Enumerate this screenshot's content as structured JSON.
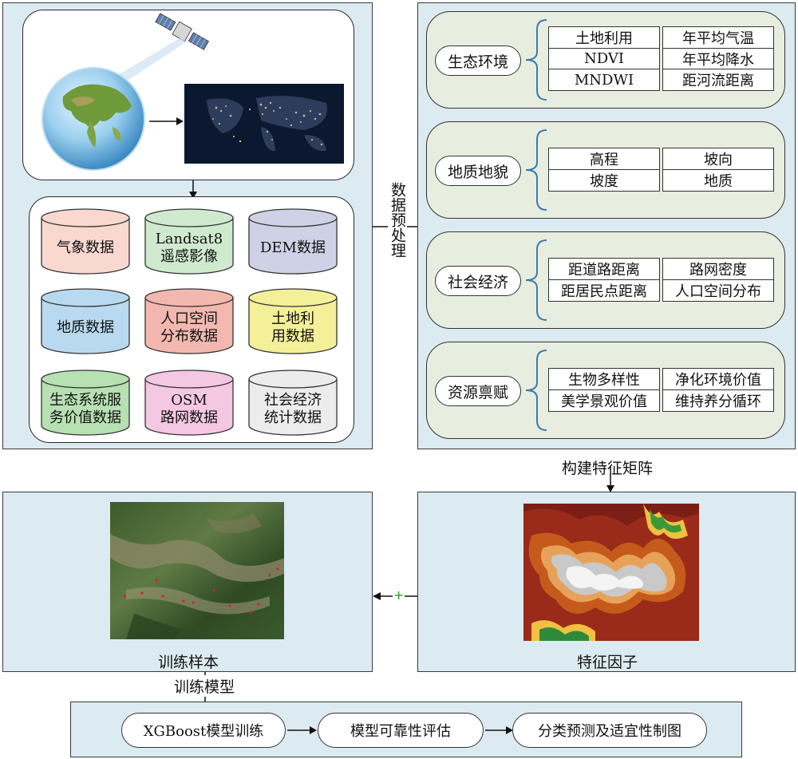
{
  "step_labels": {
    "preprocess": "数据预处理",
    "build_matrix": "构建特征矩阵",
    "train_model": "训练模型"
  },
  "data_sources": [
    {
      "text": "气象数据",
      "fill": "#f8d8cf"
    },
    {
      "text": "Landsat8\n遥感影像",
      "fill": "#d0ead0"
    },
    {
      "text": "DEM数据",
      "fill": "#cfd2e6"
    },
    {
      "text": "地质数据",
      "fill": "#b9d9f0"
    },
    {
      "text": "人口空间\n分布数据",
      "fill": "#f2b8b0"
    },
    {
      "text": "土地利\n用数据",
      "fill": "#f4ef99"
    },
    {
      "text": "生态系统服\n务价值数据",
      "fill": "#b7e0b3"
    },
    {
      "text": "OSM\n路网数据",
      "fill": "#f4c8e2"
    },
    {
      "text": "社会经济\n统计数据",
      "fill": "#ececec"
    }
  ],
  "categories": [
    {
      "name": "生态环境",
      "factors": [
        "土地利用",
        "年平均气温",
        "NDVI",
        "年平均降水",
        "MNDWI",
        "距河流距离"
      ]
    },
    {
      "name": "地质地貌",
      "factors": [
        "高程",
        "坡向",
        "坡度",
        "地质"
      ]
    },
    {
      "name": "社会经济",
      "factors": [
        "距道路距离",
        "路网密度",
        "距居民点距离",
        "人口空间分布"
      ]
    },
    {
      "name": "资源禀赋",
      "factors": [
        "生物多样性",
        "净化环境价值",
        "美学景观价值",
        "维持养分循环"
      ]
    }
  ],
  "captions": {
    "training_samples": "训练样本",
    "feature_factors": "特征因子"
  },
  "feedback_marker": "+",
  "pipeline": [
    "XGBoost模型训练",
    "模型可靠性评估",
    "分类预测及适宜性制图"
  ],
  "colors": {
    "panel_bg": "#dcebf1",
    "category_bg": "#e8eedf",
    "brace": "#3a7bb0"
  }
}
